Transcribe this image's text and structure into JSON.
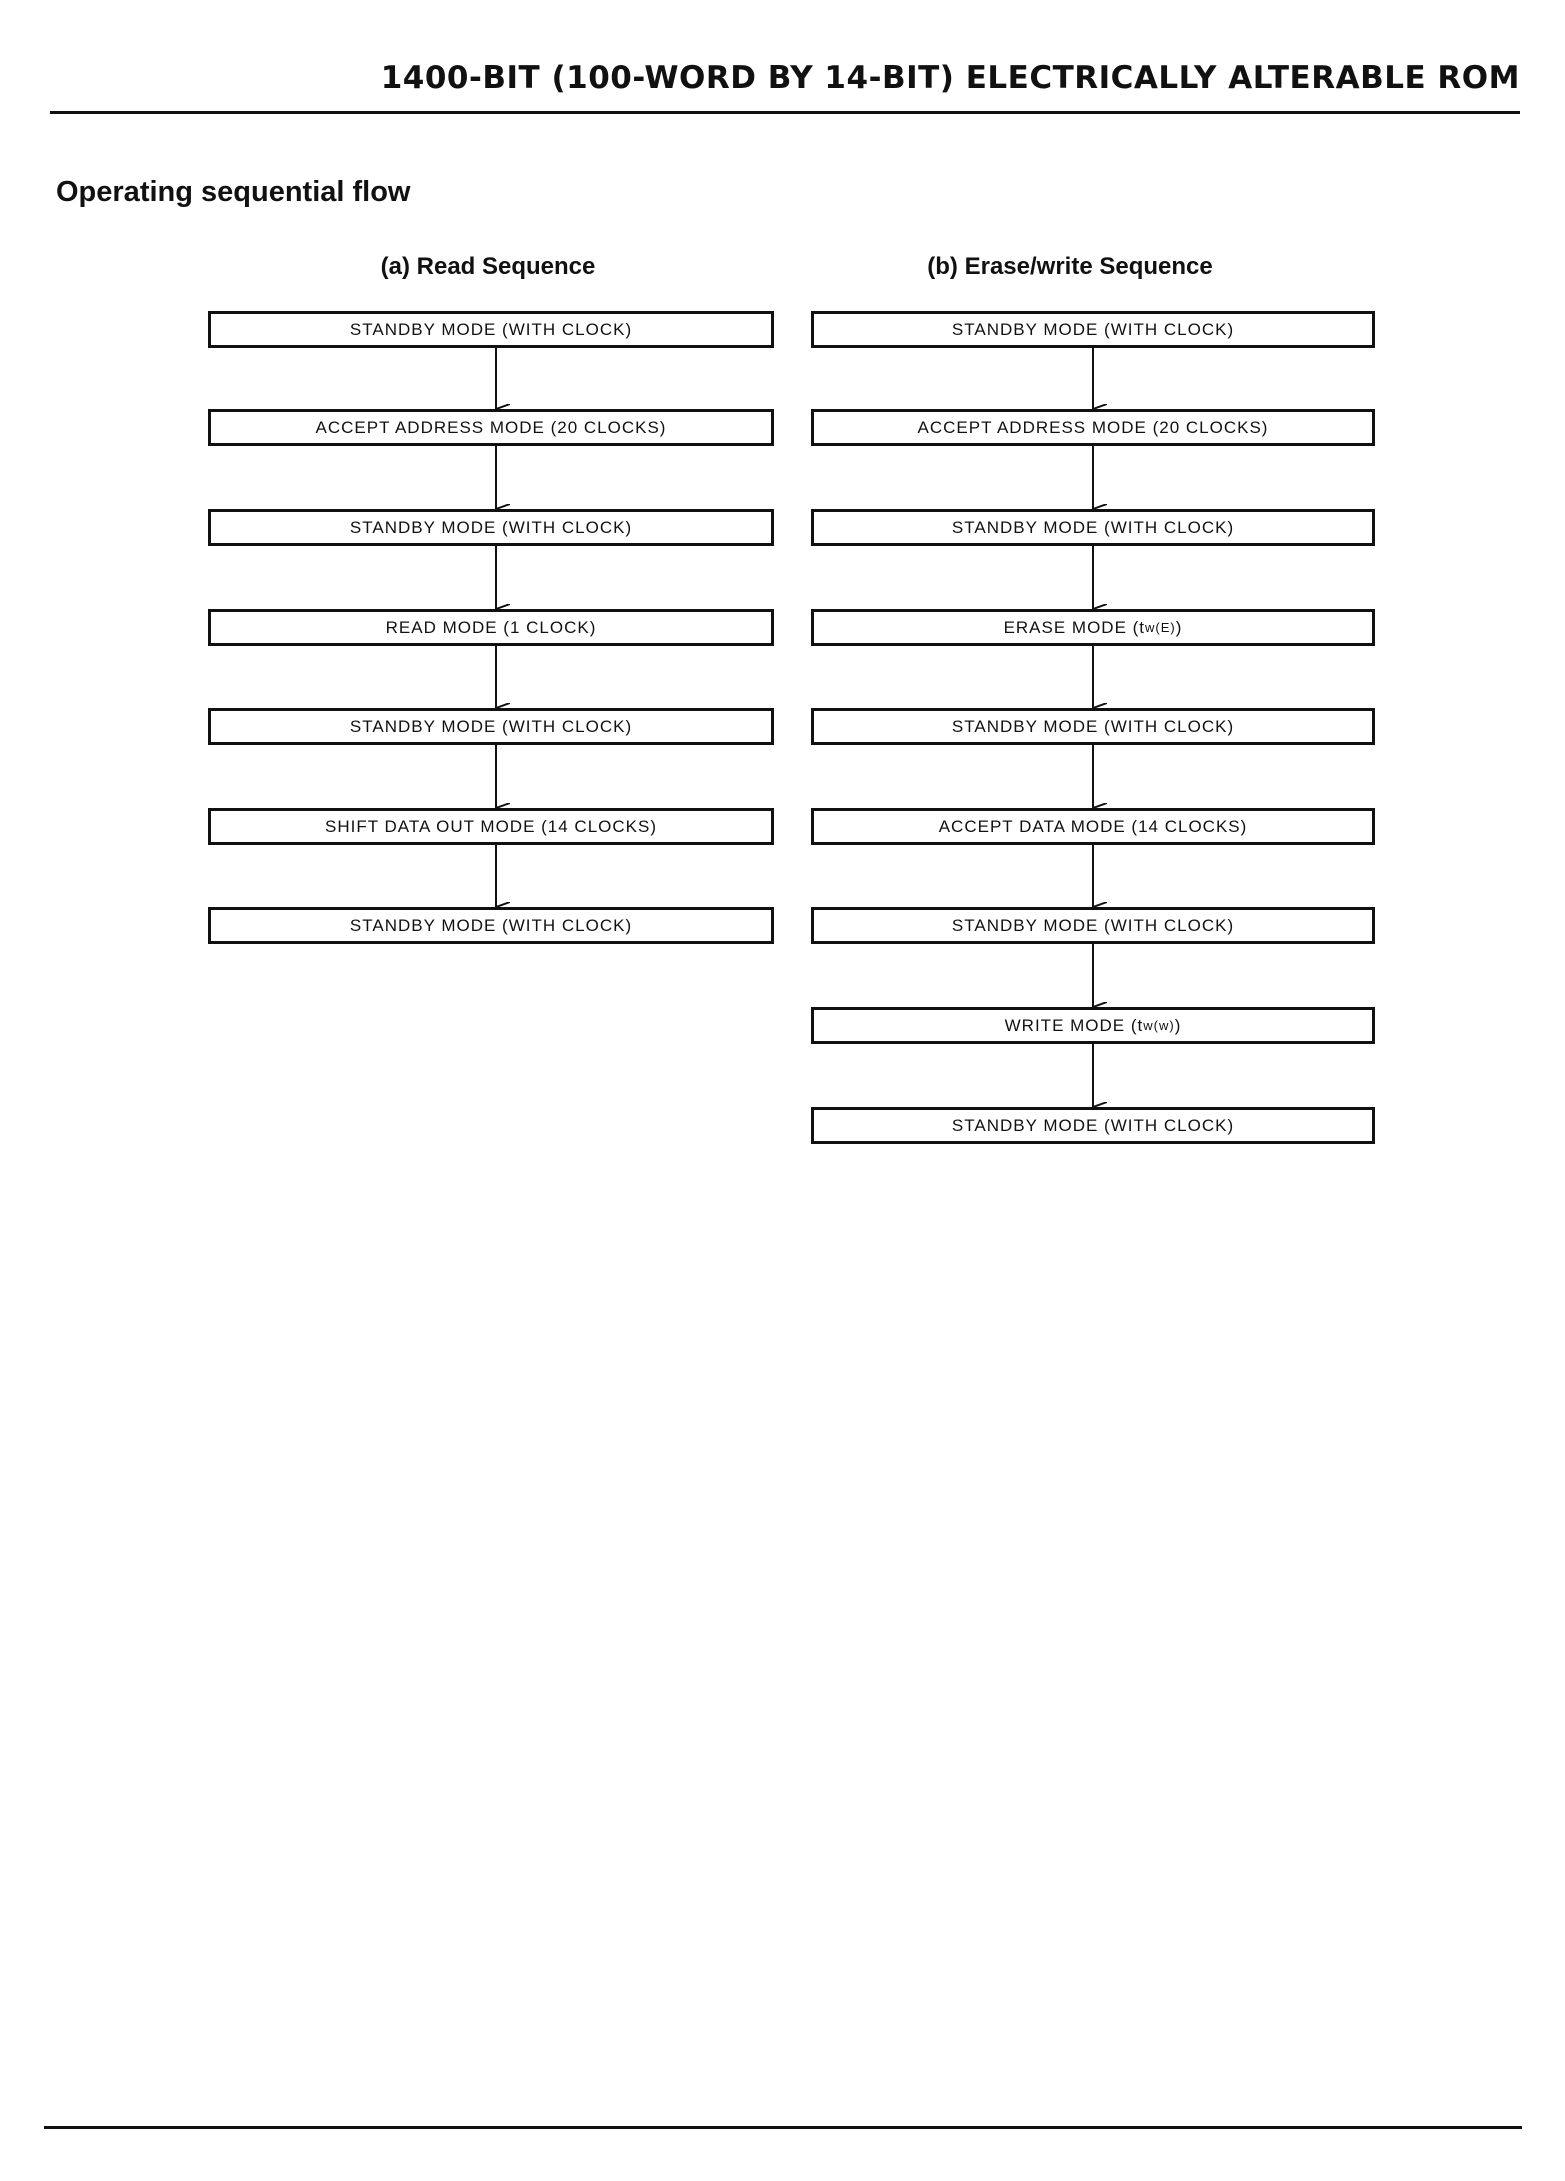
{
  "header": {
    "title": "1400-BIT (100-WORD BY 14-BIT) ELECTRICALLY ALTERABLE ROM"
  },
  "section": {
    "title": "Operating sequential flow"
  },
  "read_sequence": {
    "heading": "(a)  Read Sequence",
    "steps": [
      "STANDBY MODE (WITH CLOCK)",
      "ACCEPT ADDRESS MODE (20 CLOCKS)",
      "STANDBY MODE (WITH CLOCK)",
      "READ MODE (1 CLOCK)",
      "STANDBY MODE (WITH CLOCK)",
      "SHIFT DATA OUT MODE (14 CLOCKS)",
      "STANDBY MODE (WITH CLOCK)"
    ]
  },
  "erase_write_sequence": {
    "heading": "(b)  Erase/write Sequence",
    "steps": [
      "STANDBY MODE (WITH CLOCK)",
      "ACCEPT ADDRESS MODE (20 CLOCKS)",
      "STANDBY MODE (WITH CLOCK)",
      "ERASE MODE (t",
      "STANDBY MODE (WITH CLOCK)",
      "ACCEPT DATA MODE (14 CLOCKS)",
      "STANDBY MODE (WITH CLOCK)",
      "WRITE MODE  (t",
      "STANDBY MODE (WITH CLOCK)"
    ],
    "erase_subscript": "w(E)",
    "erase_suffix": ")",
    "write_subscript": "w(w)",
    "write_suffix": ")"
  }
}
